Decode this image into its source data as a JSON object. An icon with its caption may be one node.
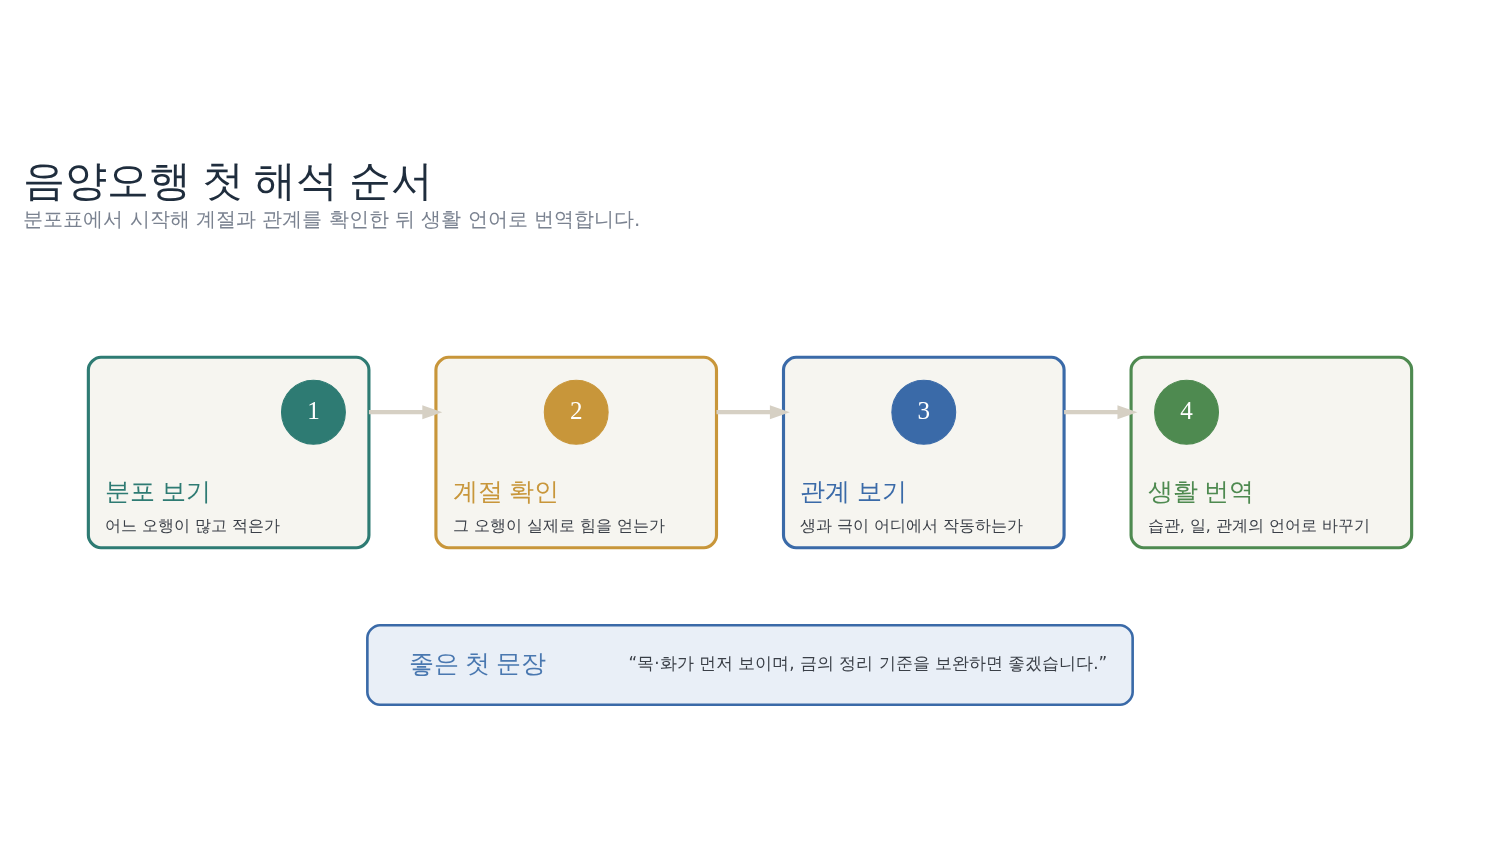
{
  "diagram": {
    "title": "음양오행 첫 해석 순서",
    "caption": "분포표에서 시작해 계절과 관계를 확인한 뒤 생활 언어로 번역합니다.",
    "nodes": [
      {
        "text": [
          "분포 보기",
          "어느 오행이 많고 적은가"
        ]
      },
      {
        "text": [
          "1"
        ],
        "in": 0
      },
      {
        "text": [
          "계절 확인",
          "그 오행이 실제로 힘을 얻는가"
        ]
      },
      {
        "text": [
          "2"
        ],
        "in": 2
      },
      {
        "text": [
          "관계 보기",
          "생과 극이 어디에서 작동하는가"
        ]
      },
      {
        "text": [
          "3"
        ],
        "in": 4
      },
      {
        "text": [
          "생활 번역",
          "습관, 일, 관계의 언어로 바꾸기"
        ]
      },
      {
        "text": [
          "4"
        ],
        "in": 6
      },
      {
        "text": [
          "좋은 첫 문장",
          "“목·화가 먼저 보이며, 금의 정리 기준을 보완하면 좋겠습니다.”"
        ]
      }
    ],
    "edges": [
      {
        "from": 0,
        "to": 2,
        "arrow": "to"
      },
      {
        "from": 2,
        "to": 4,
        "arrow": "to"
      },
      {
        "from": 4,
        "to": 6,
        "arrow": "to"
      }
    ]
  }
}
